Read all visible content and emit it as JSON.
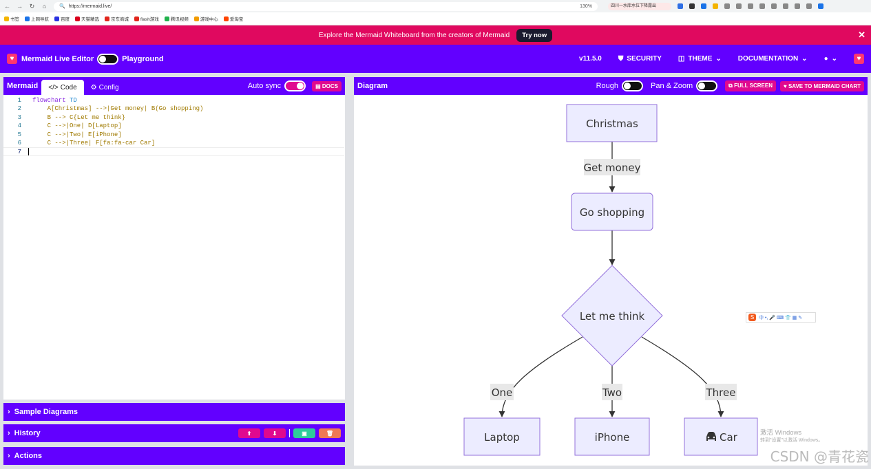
{
  "browser": {
    "url": "https://mermaid.live/",
    "zoom": "130%",
    "tab_hint": "四川一水库水位下降露出",
    "bookmarks": [
      "书签",
      "上网导航",
      "百度",
      "天猫精选",
      "京东商城",
      "flash游戏",
      "腾讯视频",
      "游戏中心",
      "爱淘宝"
    ]
  },
  "banner": {
    "text": "Explore the Mermaid Whiteboard from the creators of Mermaid",
    "button": "Try now",
    "close": "✕"
  },
  "topnav": {
    "title": "Mermaid Live Editor",
    "playground": "Playground",
    "version": "v11.5.0",
    "security": "SECURITY",
    "theme": "THEME",
    "documentation": "DOCUMENTATION"
  },
  "editor": {
    "title": "Mermaid",
    "tab_code": "Code",
    "tab_config": "Config",
    "auto_sync": "Auto sync",
    "docs": "DOCS",
    "line_numbers": [
      "1",
      "2",
      "3",
      "4",
      "5",
      "6",
      "7"
    ],
    "lines": [
      "flowchart TD",
      "    A[Christmas] -->|Get money| B(Go shopping)",
      "    B --> C{Let me think}",
      "    C -->|One| D[Laptop]",
      "    C -->|Two| E[iPhone]",
      "    C -->|Three| F[fa:fa-car Car]",
      ""
    ]
  },
  "accordions": {
    "samples": "Sample Diagrams",
    "history": "History",
    "actions": "Actions"
  },
  "diagram_panel": {
    "title": "Diagram",
    "rough": "Rough",
    "pan_zoom": "Pan & Zoom",
    "full_screen": "FULL SCREEN",
    "save": "SAVE TO MERMAID CHART"
  },
  "flowchart": {
    "nodes": {
      "A": "Christmas",
      "B": "Go shopping",
      "C": "Let me think",
      "D": "Laptop",
      "E": "iPhone",
      "F": "Car"
    },
    "edge_labels": {
      "AB": "Get money",
      "CD": "One",
      "CE": "Two",
      "CF": "Three"
    }
  },
  "overlay": {
    "activate_title": "激活 Windows",
    "activate_sub": "转到\"设置\"以激活 Windows。",
    "watermark": "CSDN @青花瓷",
    "ime_logo": "S",
    "ime_text": "中 •, 🎤 ⌨ 👕 ▦ ✎"
  },
  "colors": {
    "brand_purple": "#6200ff",
    "brand_pink": "#e0095f",
    "node_fill": "#ececff",
    "node_stroke": "#9370db"
  }
}
